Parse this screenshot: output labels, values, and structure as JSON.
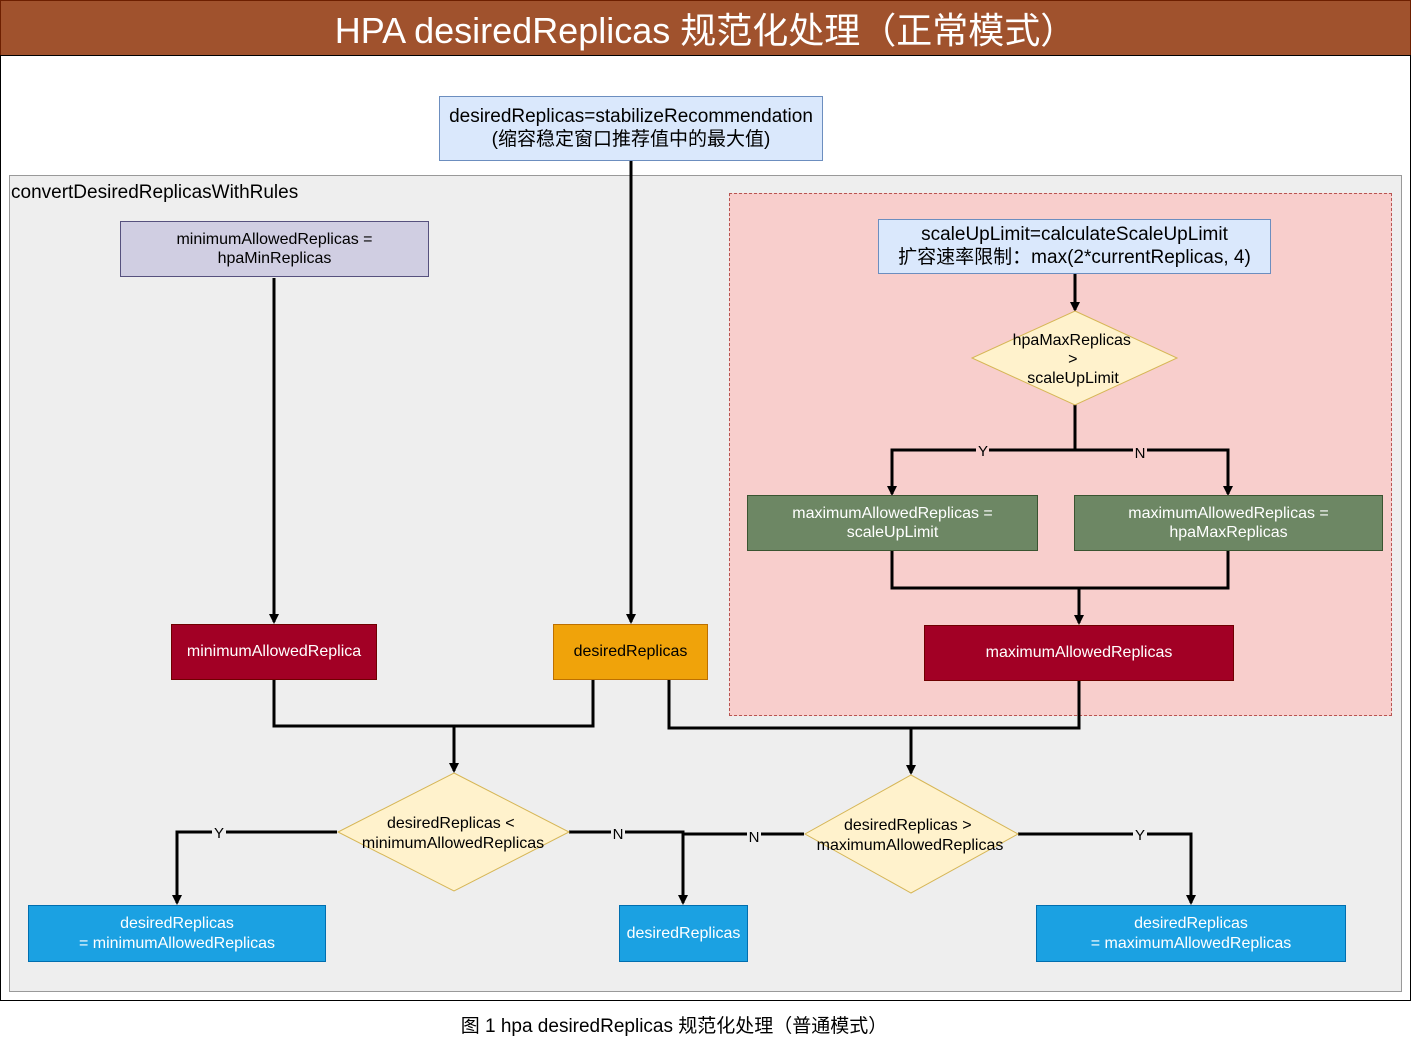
{
  "title": "HPA desiredReplicas 规范化处理（正常模式）",
  "caption": "图 1 hpa desiredReplicas 规范化处理（普通模式）",
  "container_label": "convertDesiredReplicasWithRules",
  "nodes": {
    "start": "desiredReplicas=stabilizeRecommendation\n(缩容稳定窗口推荐值中的最大值)",
    "min_allowed_def": "minimumAllowedReplicas =\nhpaMinReplicas",
    "scale_up_limit": "scaleUpLimit=calculateScaleUpLimit\n扩容速率限制：max(2*currentReplicas, 4)",
    "max_eq_scale": "maximumAllowedReplicas =\nscaleUpLimit",
    "max_eq_hpa": "maximumAllowedReplicas =\nhpaMaxReplicas",
    "min_allowed": "minimumAllowedReplica",
    "desired_mid": "desiredReplicas",
    "max_allowed": "maximumAllowedReplicas",
    "out_min": "desiredReplicas\n= minimumAllowedReplicas",
    "out_desired": "desiredReplicas",
    "out_max": "desiredReplicas\n= maximumAllowedReplicas"
  },
  "decisions": {
    "hpa_vs_limit": [
      "hpaMaxReplicas",
      ">",
      "scaleUpLimit"
    ],
    "lt_min": [
      "desiredReplicas <",
      "minimumAllowedReplicas"
    ],
    "gt_max": [
      "desiredReplicas >",
      "maximumAllowedReplicas"
    ]
  },
  "edge_labels": {
    "yes": "Y",
    "no": "N"
  },
  "colors": {
    "title_bar": "#A0522D",
    "container": "#EEEEEE",
    "red_zone": "#F8CECC",
    "decision": "#FFF2CC",
    "light_blue": "#DAE8FC",
    "lavender": "#D0CEE2",
    "green": "#6D8764",
    "crimson": "#A20025",
    "orange": "#F0A30A",
    "blue": "#1BA1E2"
  }
}
